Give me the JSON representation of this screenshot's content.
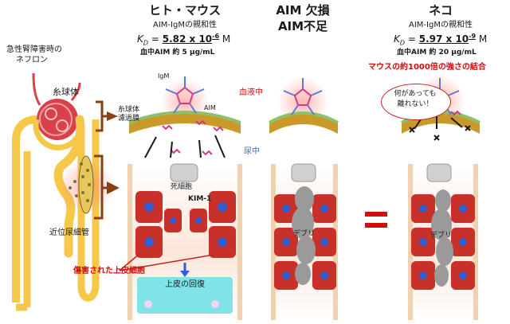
{
  "kidney": {
    "title_line1": "急性腎障害時の",
    "title_line2": "ネフロン",
    "glomerulus": "糸球体",
    "proximal_tubule": "近位尿細管"
  },
  "labels": {
    "filtration_membrane_line1": "糸球体",
    "filtration_membrane_line2": "濾過膜",
    "blood_side": "血液中",
    "urine_side": "尿中",
    "igm": "IgM",
    "aim": "AIM",
    "dead_cell": "死細胞",
    "kim1": "KIM-1",
    "injured_epithelium": "傷害された上皮細胞",
    "epithelial_recovery": "上皮の回復",
    "debris": "デブリ",
    "bubble_line1": "何があっても",
    "bubble_line2": "離れない！",
    "cat_emphasis": "マウスの約1000倍の強さの結合"
  },
  "columns": [
    {
      "title": "ヒト・マウス",
      "affinity_label": "AIM-IgMの親和性",
      "kd_symbol": "K",
      "kd_sub": "D",
      "kd_value": "5.82 x 10",
      "kd_exp": "-6",
      "kd_unit": "M",
      "serum_label": "血中AIM",
      "serum_value": "約 5 μg/mL"
    },
    {
      "title_line1": "AIM 欠損",
      "title_line2": "AIM不足"
    },
    {
      "title": "ネコ",
      "affinity_label": "AIM-IgMの親和性",
      "kd_symbol": "K",
      "kd_sub": "D",
      "kd_value": "5.97 x 10",
      "kd_exp": "-9",
      "kd_unit": "M",
      "serum_label": "血中AIM",
      "serum_value": "約 20 μg/mL"
    }
  ],
  "colors": {
    "tubule_yellow": "#f6c84a",
    "glomerulus_red": "#d8404a",
    "membrane_gold": "#c99a2a",
    "cell_red": "#c8302a",
    "nucleus_blue": "#2f5fd0",
    "debris_gray": "#9a9a9a",
    "recovery_cyan": "#7fe3e8",
    "emphasis_red": "#d01010",
    "urine_blue": "#3a72c8"
  },
  "icons": [
    "igm-pentamer-icon",
    "aim-protein-icon",
    "arrow-icon",
    "equals-icon",
    "x-mark-icon"
  ]
}
